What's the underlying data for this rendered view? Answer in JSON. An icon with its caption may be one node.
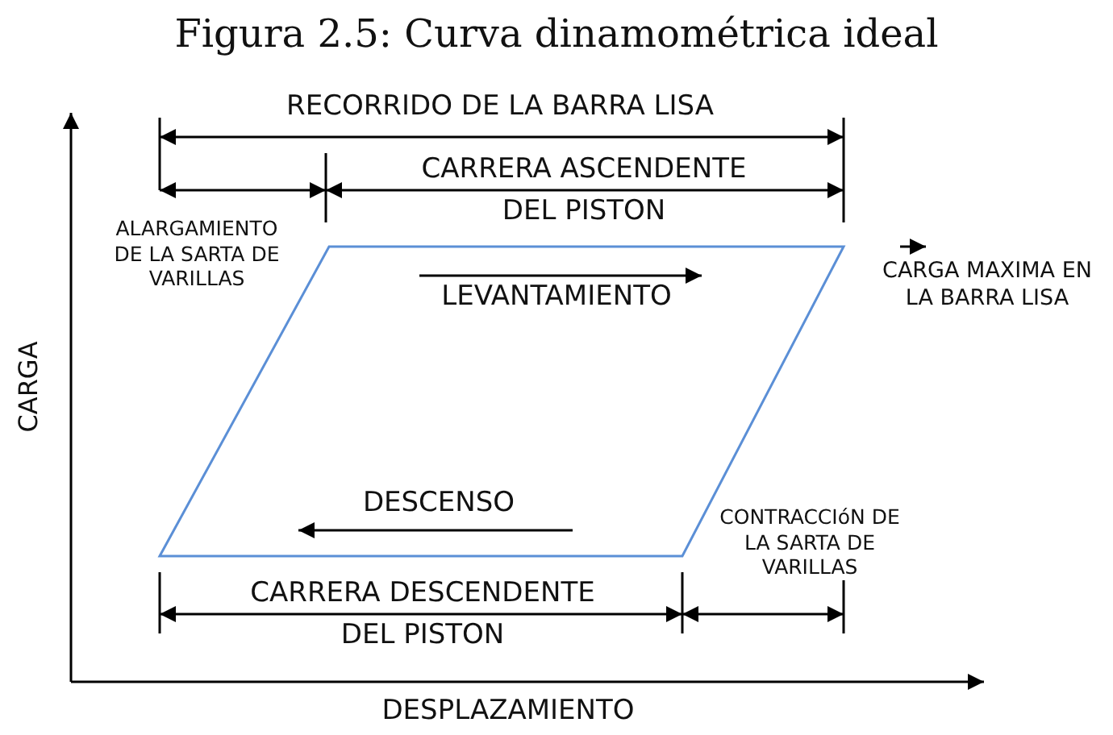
{
  "diagram": {
    "title": "Figura 2.5: Curva dinamométrica ideal",
    "labels": [
      "RECORRIDO DE LA BARRA LISA",
      "CARRERA ASCENDENTE DEL PISTON",
      "ALARGAMIENTO DE LA SARTA DE VARILLAS",
      "CARGA MAXIMA EN LA BARRA LISA",
      "LEVANTAMIENTO",
      "CARGA",
      "DESCENSO",
      "CONTRACCIóN DE LA SARTA DE VARILLAS",
      "CARRERA DESCENDENTE DEL PISTON",
      "DESPLAZAMIENTO"
    ]
  }
}
